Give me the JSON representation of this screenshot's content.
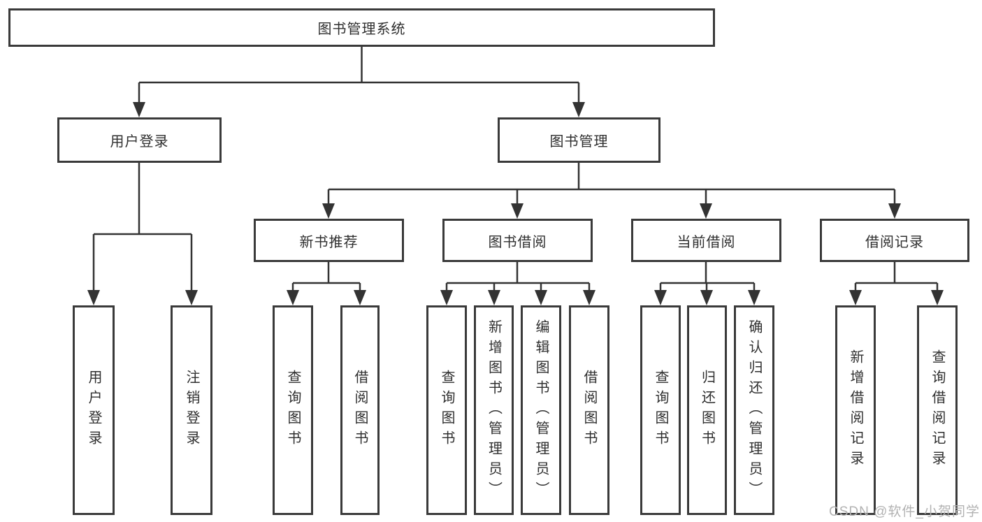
{
  "tree": {
    "root": {
      "label": "图书管理系统"
    },
    "children": [
      {
        "label": "用户登录",
        "children": [
          {
            "label": "用户登录"
          },
          {
            "label": "注销登录"
          }
        ]
      },
      {
        "label": "图书管理",
        "children": [
          {
            "label": "新书推荐",
            "children": [
              {
                "label": "查询图书"
              },
              {
                "label": "借阅图书"
              }
            ]
          },
          {
            "label": "图书借阅",
            "children": [
              {
                "label": "查询图书"
              },
              {
                "label": "新增图书（管理员）"
              },
              {
                "label": "编辑图书（管理员）"
              },
              {
                "label": "借阅图书"
              }
            ]
          },
          {
            "label": "当前借阅",
            "children": [
              {
                "label": "查询图书"
              },
              {
                "label": "归还图书"
              },
              {
                "label": "确认归还（管理员）"
              }
            ]
          },
          {
            "label": "借阅记录",
            "children": [
              {
                "label": "新增借阅记录"
              },
              {
                "label": "查询借阅记录"
              }
            ]
          }
        ]
      }
    ]
  },
  "watermark": {
    "text": "CSDN @软件_小贺同学"
  },
  "colors": {
    "line": "#333333",
    "box_border": "#3a3a3a",
    "text": "#2f2f2f",
    "background": "#ffffff",
    "watermark": "#b2b2b2"
  }
}
